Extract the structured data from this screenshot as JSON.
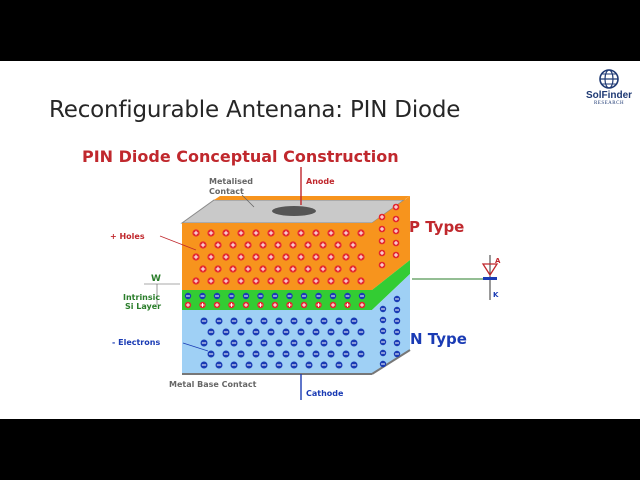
{
  "slide": {
    "title": "Reconfigurable Antenana: PIN Diode",
    "logo_name": "SolFinder",
    "logo_sub": "RESEARCH"
  },
  "diagram": {
    "heading": "PIN Diode Conceptual Construction",
    "labels": {
      "metalised_contact_1": "Metalised",
      "metalised_contact_2": "Contact",
      "anode": "Anode",
      "holes": "+ Holes",
      "w": "W",
      "intrinsic_1": "Intrinsic",
      "intrinsic_2": "Si Layer",
      "electrons": "- Electrons",
      "metal_base": "Metal Base Contact",
      "cathode": "Cathode",
      "p_type": "P Type",
      "n_type": "N Type",
      "sym_a": "A",
      "sym_k": "K"
    },
    "colors": {
      "p_layer": "#f7941d",
      "intrinsic": "#33cc33",
      "n_layer": "#9fd0f5",
      "title": "#c0282d",
      "hole": "#e3262f",
      "electron": "#1a3bb4"
    }
  }
}
